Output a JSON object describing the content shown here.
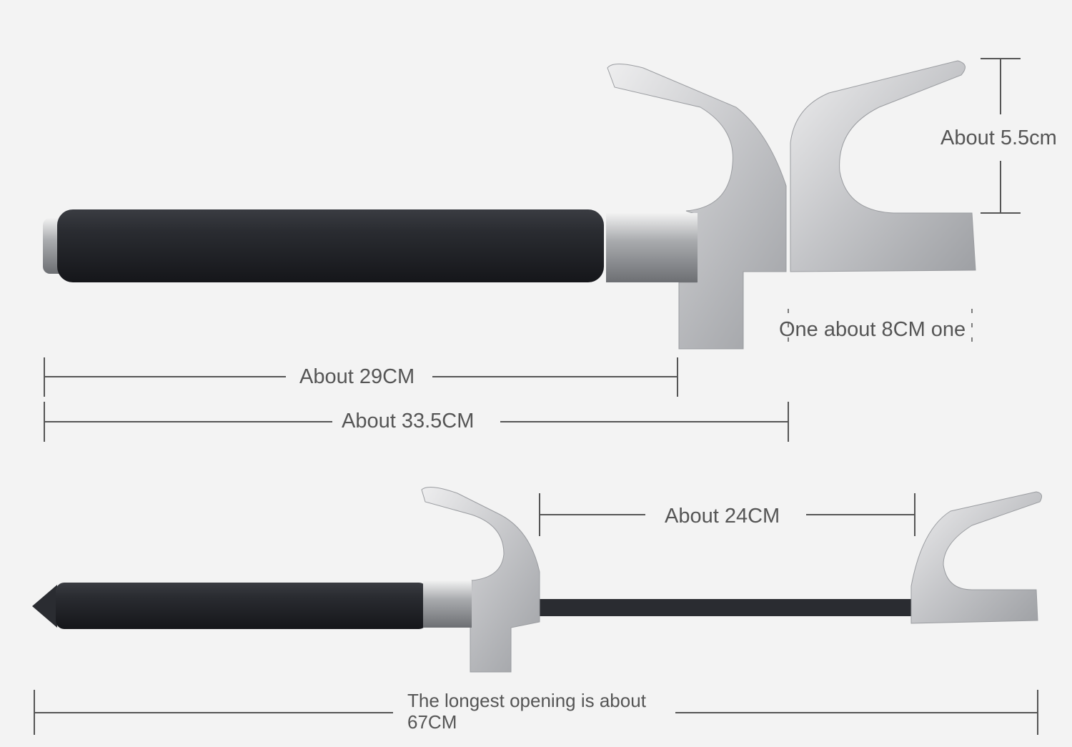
{
  "dimensions": {
    "jaw_height": "About 5.5cm",
    "jaw_width": "One about 8CM one",
    "handle_length": "About 29CM",
    "closed_length": "About 33.5CM",
    "opening": "About 24CM",
    "longest_opening_line1": "The longest opening is about",
    "longest_opening_line2": "67CM"
  },
  "colors": {
    "background": "#f3f3f3",
    "text": "#555555",
    "handle": "#25272c",
    "metal": "#c8c9cb"
  }
}
